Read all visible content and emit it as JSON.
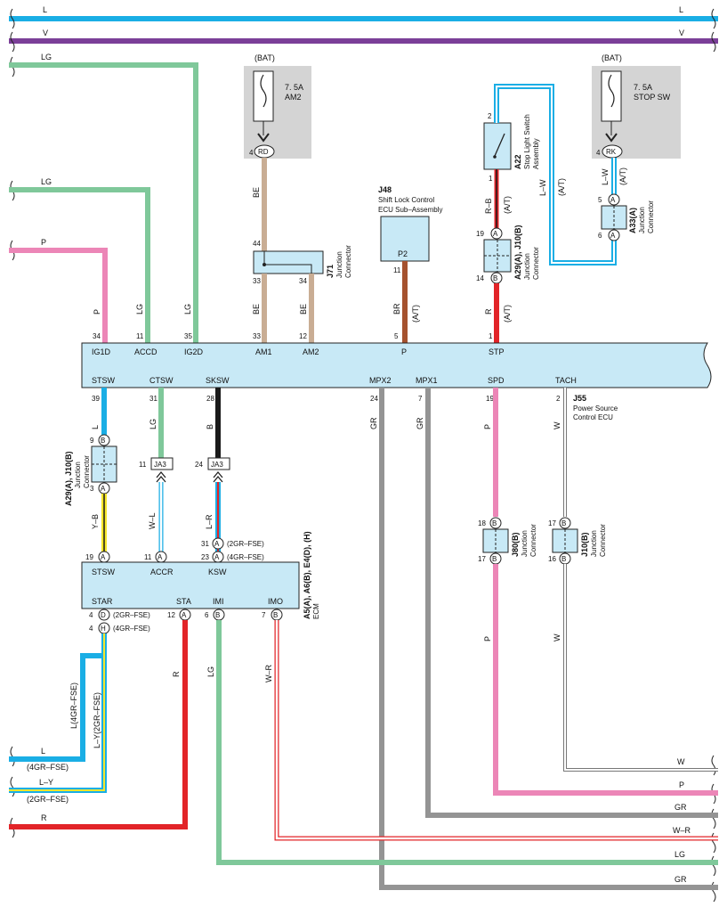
{
  "wires": {
    "l_top": "L",
    "v_top": "V",
    "lg_ig2d_in": "LG",
    "lg_accd_in": "LG",
    "p_ig1d_in": "P",
    "be_am2": "BE",
    "be_am1": "BE",
    "be_j71": "BE",
    "br_p2": "BR",
    "at": "(A/T)",
    "rb": "R–B",
    "r_stp": "R",
    "lw": "L–W",
    "lw2": "L–W",
    "p_ig1d": "P",
    "lg_accd": "LG",
    "lg_ig2d": "LG",
    "l_stsw": "L",
    "lg_ctsw": "LG",
    "b_sksw": "B",
    "gr_mpx2": "GR",
    "gr_mpx1": "GR",
    "p_spd": "P",
    "w_tach": "W",
    "yb": "Y–B",
    "wl": "W–L",
    "lr": "L–R",
    "r_sta": "R",
    "lg_imi": "LG",
    "wr_imo": "W–R",
    "l4gr": "L(4GR–FSE)",
    "ly2gr": "L–Y(2GR–FSE)",
    "p_spd2": "P",
    "w_tach2": "W",
    "out_l": "L",
    "out_l_sub": "(4GR–FSE)",
    "out_ly": "L–Y",
    "out_ly_sub": "(2GR–FSE)",
    "out_r": "R",
    "out_w": "W",
    "out_p": "P",
    "out_gr1": "GR",
    "out_wr": "W–R",
    "out_lg": "LG",
    "out_gr2": "GR"
  },
  "fuses": {
    "am2": {
      "bat": "(BAT)",
      "rating": "7. 5A",
      "name": "AM2",
      "pin": "4",
      "conn": "RD"
    },
    "stop": {
      "bat": "(BAT)",
      "rating": "7. 5A",
      "name": "STOP SW",
      "pin": "4",
      "conn": "RK"
    }
  },
  "components": {
    "j71": {
      "code": "J71",
      "name1": "Junction",
      "name2": "Connector",
      "pin_top": "44",
      "pin_bl": "33",
      "pin_br": "34"
    },
    "j48": {
      "code": "J48",
      "name1": "Shift Lock Control",
      "name2": "ECU Sub–Assembly",
      "label": "P2",
      "pin": "11"
    },
    "a22": {
      "code": "A22",
      "name1": "Stop Light Switch",
      "name2": "Assembly",
      "pin_top": "2",
      "pin_bottom": "1"
    },
    "a29_top": {
      "code": "A29(A), J10(B)",
      "name1": "Junction",
      "name2": "Connector",
      "pin_top": "19",
      "conn_top": "A",
      "pin_bottom": "14",
      "conn_bottom": "B"
    },
    "a33": {
      "code": "A33(A)",
      "name1": "Junction",
      "name2": "Connector",
      "pin_top": "5",
      "conn_top": "A",
      "pin_bottom": "6",
      "conn_bottom": "A"
    },
    "a29_left": {
      "code": "A29(A), J10(B)",
      "name1": "Junction",
      "name2": "Connector",
      "pin_top": "9",
      "conn_top": "B",
      "pin_bottom": "3",
      "conn_bottom": "A"
    },
    "ja3_1": {
      "label": "JA3",
      "pin": "11"
    },
    "ja3_2": {
      "label": "JA3",
      "pin": "24"
    },
    "j80": {
      "code": "J80(B)",
      "name1": "Junction",
      "name2": "Connector",
      "pin_top": "18",
      "conn_top": "B",
      "pin_bottom": "17",
      "conn_bottom": "B"
    },
    "j10": {
      "code": "J10(B)",
      "name1": "Junction",
      "name2": "Connector",
      "pin_top": "17",
      "conn_top": "B",
      "pin_bottom": "16",
      "conn_bottom": "B"
    }
  },
  "ecu": {
    "code": "J55",
    "name1": "Power Source",
    "name2": "Control ECU",
    "top_pins": [
      {
        "name": "IG1D",
        "pin": "34"
      },
      {
        "name": "ACCD",
        "pin": "11"
      },
      {
        "name": "IG2D",
        "pin": "35"
      },
      {
        "name": "AM1",
        "pin": "33"
      },
      {
        "name": "AM2",
        "pin": "12"
      },
      {
        "name": "P",
        "pin": "5"
      },
      {
        "name": "STP",
        "pin": "1"
      }
    ],
    "bottom_pins": [
      {
        "name": "STSW",
        "pin": "39"
      },
      {
        "name": "CTSW",
        "pin": "31"
      },
      {
        "name": "SKSW",
        "pin": "28"
      },
      {
        "name": "MPX2",
        "pin": "24"
      },
      {
        "name": "MPX1",
        "pin": "7"
      },
      {
        "name": "SPD",
        "pin": "19"
      },
      {
        "name": "TACH",
        "pin": "2"
      }
    ]
  },
  "ecm": {
    "code": "A5(A), A6(B), E4(D), (H)",
    "name": "ECM",
    "top_pins": [
      {
        "name": "STSW",
        "pin": "19",
        "conn": "A"
      },
      {
        "name": "ACCR",
        "pin": "11",
        "conn": "A"
      },
      {
        "name": "KSW",
        "pin": "31",
        "conn": "A",
        "note": "(2GR–FSE)",
        "pin2": "23",
        "conn2": "A",
        "note2": "(4GR–FSE)"
      }
    ],
    "bottom_pins": [
      {
        "name": "STAR",
        "pin": "4",
        "conn": "D",
        "note": "(2GR–FSE)",
        "pin2": "4",
        "conn2": "H",
        "note2": "(4GR–FSE)"
      },
      {
        "name": "STA",
        "pin": "12",
        "conn": "A"
      },
      {
        "name": "IMI",
        "pin": "6",
        "conn": "B"
      },
      {
        "name": "IMO",
        "pin": "7",
        "conn": "B"
      }
    ]
  },
  "colors": {
    "blue": "#1aaee5",
    "purple": "#7b3f98",
    "green": "#7fc89a",
    "pink": "#ec86b7",
    "tan": "#c9ad94",
    "brown": "#a5522f",
    "red": "#e22428",
    "black": "#1a1a1a",
    "gray": "#949494",
    "yellow": "#f5e62b",
    "panel": "#c8e9f6",
    "fusebg": "#d4d4d4"
  }
}
